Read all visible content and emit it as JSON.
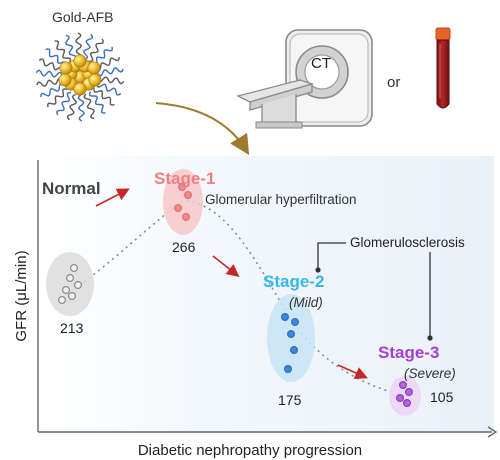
{
  "header": {
    "particle_label": "Gold-AFB",
    "scanner_label": "CT",
    "or_label": "or"
  },
  "chart": {
    "y_axis_label": "GFR (μL/min)",
    "x_axis_label": "Diabetic nephropathy progression",
    "annotation_glomerulosclerosis": "Glomerulosclerosis"
  },
  "chart_data": {
    "type": "scatter",
    "xlabel": "Diabetic nephropathy progression",
    "ylabel": "GFR (μL/min)",
    "stages": [
      {
        "name": "Normal",
        "gfr": 213,
        "note": "",
        "color": "#444444"
      },
      {
        "name": "Stage-1",
        "gfr": 266,
        "note": "Glomerular hyperfiltration",
        "color": "#f07f7f"
      },
      {
        "name": "Stage-2",
        "gfr": 175,
        "note": "(Mild)",
        "color": "#35b8ec"
      },
      {
        "name": "Stage-3",
        "gfr": 105,
        "note": "(Severe)",
        "color": "#a43fd6"
      }
    ]
  },
  "colors": {
    "gold": "#e8b21a",
    "ligand_blue": "#3f78c8",
    "arrow_red": "#c62828",
    "curve_arrow": "#a07a2c",
    "tube_blood": "#8b1a1a",
    "tube_cap": "#e8642c"
  }
}
